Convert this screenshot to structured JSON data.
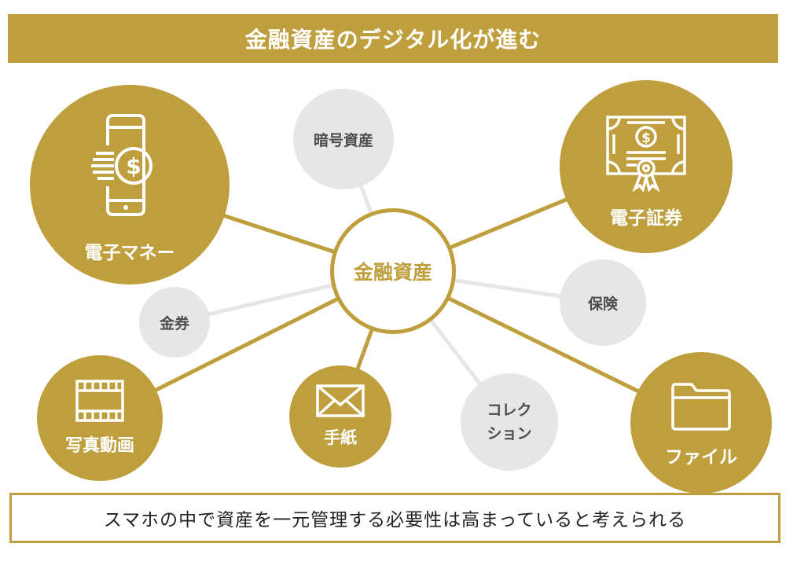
{
  "title": "金融資産のデジタル化が進む",
  "center": "金融資産",
  "nodes": {
    "e_money": "電子マネー",
    "crypto": "暗号資産",
    "e_securities": "電子証券",
    "insurance": "保険",
    "voucher": "金券",
    "photo_video": "写真動画",
    "letter": "手紙",
    "collection_1": "コレク",
    "collection_2": "ション",
    "file": "ファイル"
  },
  "footer": "スマホの中で資産を一元管理する必要性は高まっていると考えられる",
  "colors": {
    "gold": "#BF9F3D",
    "gray": "#E6E6E6",
    "gray_text": "#4d4d4d"
  }
}
